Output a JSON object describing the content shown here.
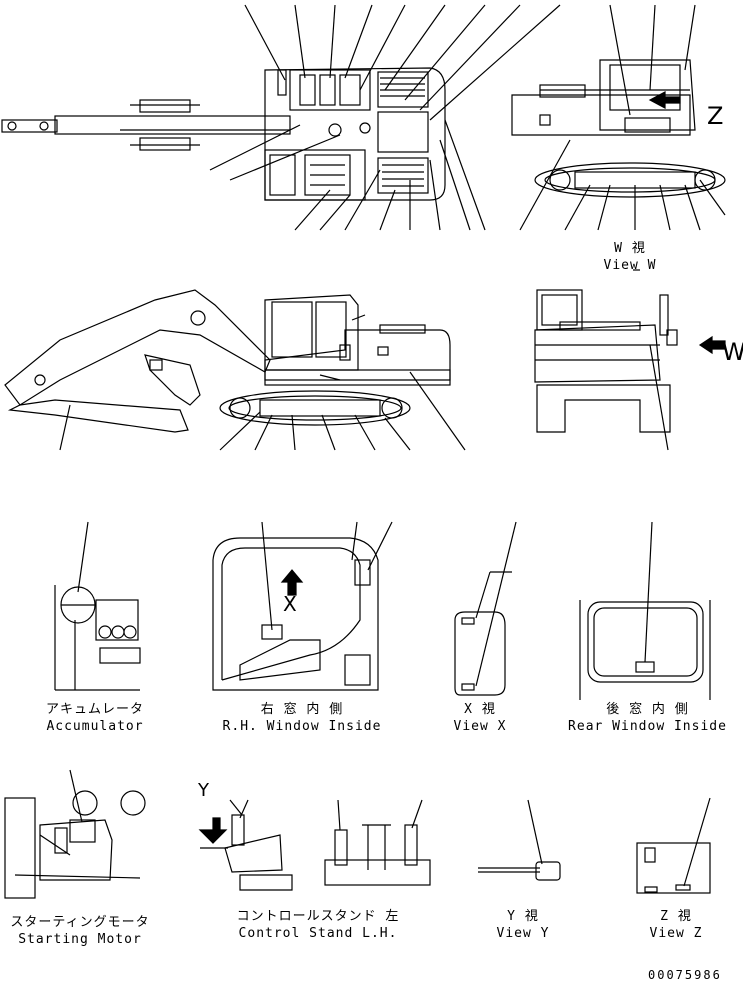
{
  "views": {
    "view_w": {
      "jp": "W 視",
      "en": "View W"
    },
    "accumulator": {
      "jp": "アキュムレータ",
      "en": "Accumulator"
    },
    "rh_window_inside": {
      "jp": "右 窓 内 側",
      "en": "R.H. Window Inside"
    },
    "view_x": {
      "jp": "X 視",
      "en": "View X"
    },
    "rear_window_inside": {
      "jp": "後 窓 内 側",
      "en": "Rear Window Inside"
    },
    "starting_motor": {
      "jp": "スターティングモータ",
      "en": "Starting Motor"
    },
    "control_stand_lh": {
      "jp": "コントロールスタンド 左",
      "en": "Control Stand L.H."
    },
    "view_y": {
      "jp": "Y 視",
      "en": "View Y"
    },
    "view_z": {
      "jp": "Z 視",
      "en": "View Z"
    }
  },
  "markers": {
    "w": "W",
    "x": "X",
    "y": "Y",
    "z": "Z"
  },
  "drawing_number": "00075986"
}
